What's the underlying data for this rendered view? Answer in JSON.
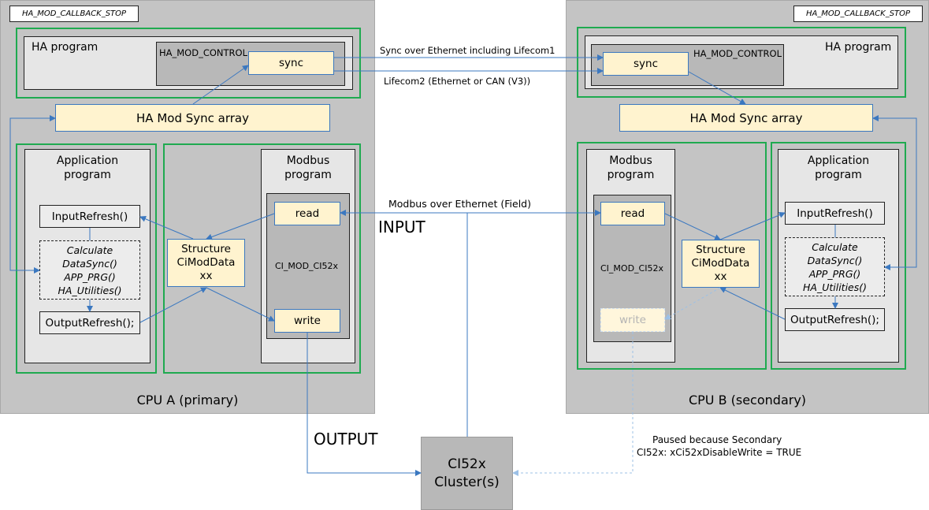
{
  "cpu_a": {
    "title": "CPU A (primary)",
    "callback_tag": "HA_MOD_CALLBACK_STOP",
    "ha_program": "HA program",
    "ha_mod_control": "HA_MOD_CONTROL",
    "sync": "sync",
    "sync_array": "HA Mod Sync array",
    "app_program": "Application\nprogram",
    "input_refresh": "InputRefresh()",
    "calc_block": "Calculate\nDataSync()\nAPP_PRG()\nHA_Utilities()",
    "output_refresh": "OutputRefresh();",
    "structure": "Structure\nCiModData\nxx",
    "modbus_program": "Modbus\nprogram",
    "read": "read",
    "ci_mod": "CI_MOD_CI52x",
    "write": "write"
  },
  "cpu_b": {
    "title": "CPU B (secondary)",
    "callback_tag": "HA_MOD_CALLBACK_STOP",
    "ha_program": "HA program",
    "ha_mod_control": "HA_MOD_CONTROL",
    "sync": "sync",
    "sync_array": "HA Mod Sync array",
    "app_program": "Application\nprogram",
    "input_refresh": "InputRefresh()",
    "calc_block": "Calculate\nDataSync()\nAPP_PRG()\nHA_Utilities()",
    "output_refresh": "OutputRefresh();",
    "structure": "Structure\nCiModData\nxx",
    "modbus_program": "Modbus\nprogram",
    "read": "read",
    "ci_mod": "CI_MOD_CI52x",
    "write": "write"
  },
  "links": {
    "sync_ethernet": "Sync over Ethernet including Lifecom1",
    "lifecom2": "Lifecom2 (Ethernet or CAN (V3))",
    "modbus_ethernet": "Modbus over Ethernet (Field)",
    "input": "INPUT",
    "output": "OUTPUT",
    "paused_line1": "Paused because Secondary",
    "paused_line2": "CI52x: xCi52xDisableWrite = TRUE"
  },
  "cluster": {
    "label": "CI52x\nCluster(s)"
  },
  "colors": {
    "cpu_bg": "#c4c4c4",
    "green_border": "#1faa50",
    "yellow_fill": "#fff3cf",
    "arrow_blue": "#3b78c0",
    "faded_blue": "#9cc0e6"
  }
}
